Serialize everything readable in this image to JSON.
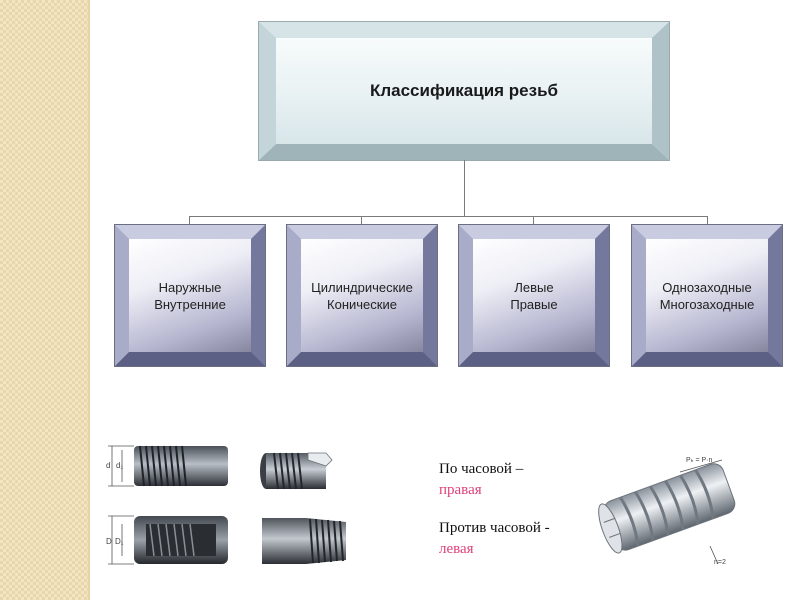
{
  "title": "Классификация резьб",
  "categories": [
    {
      "line1": "Наружные",
      "line2": "Внутренние"
    },
    {
      "line1": "Цилиндрические",
      "line2": "Конические"
    },
    {
      "line1": "Левые",
      "line2": "Правые"
    },
    {
      "line1": "Однозаходные",
      "line2": "Многозаходные"
    }
  ],
  "rotation": {
    "clockwise_label": "По часовой –",
    "clockwise_value": "правая",
    "counter_label": "Против часовой -",
    "counter_value": "левая"
  },
  "drawing_labels": {
    "d": "d",
    "d1": "d₁",
    "D": "D",
    "D1": "D₁",
    "pitch": "Pₕ = P·n",
    "view": "n=2"
  },
  "colors": {
    "accent": "#e0407a",
    "cat_frame": "#8f93b4",
    "title_frame": "#c9dadd"
  }
}
